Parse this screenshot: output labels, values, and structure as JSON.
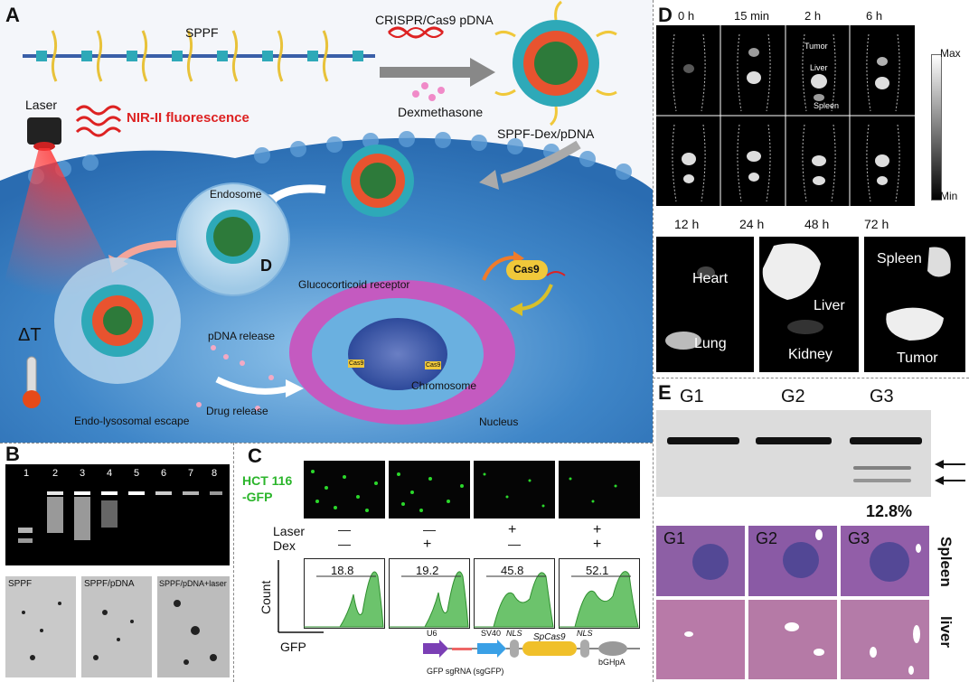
{
  "panels": {
    "A": "A",
    "B": "B",
    "C": "C",
    "D": "D",
    "E": "E"
  },
  "panelA": {
    "sppf": "SPPF",
    "crispr": "CRISPR/Cas9 pDNA",
    "dexmethasone": "Dexmethasone",
    "sppf_dex": "SPPF-Dex/pDNA",
    "laser": "Laser",
    "nir": "NIR-II fluorescence",
    "endosome": "Endosome",
    "d_label": "D",
    "delta_t": "ΔT",
    "glucocorticoid": "Glucocorticoid receptor",
    "cas9": "Cas9",
    "pdna_release": "pDNA release",
    "drug_release": "Drug release",
    "chromosome": "Chromosome",
    "nucleus": "Nucleus",
    "escape": "Endo-lysosomal escape",
    "cas9_small1": "Cas9",
    "cas9_small2": "Cas9"
  },
  "panelB": {
    "lanes": [
      "1",
      "2",
      "3",
      "4",
      "5",
      "6",
      "7",
      "8"
    ],
    "tem_labels": [
      "SPPF",
      "SPPF/pDNA",
      "SPPF/pDNA+laser"
    ]
  },
  "panelC": {
    "cell_label": [
      "HCT 116",
      "-GFP"
    ],
    "laser": "Laser",
    "dex": "Dex",
    "laser_signs": [
      "—",
      "—",
      "+",
      "+"
    ],
    "dex_signs": [
      "—",
      "+",
      "—",
      "+"
    ],
    "values": [
      "18.8",
      "19.2",
      "45.8",
      "52.1"
    ],
    "ylabel": "Count",
    "xlabel": "GFP",
    "plasmid": {
      "u6": "U6",
      "sv40": "SV40",
      "nls1": "NLS",
      "spcas9": "SpCas9",
      "nls2": "NLS",
      "bghpa": "bGHpA",
      "sgrna": "GFP sgRNA (sgGFP)"
    }
  },
  "panelD": {
    "times_top": [
      "0 h",
      "15 min",
      "2 h",
      "6 h"
    ],
    "organ_labels": [
      "Tumor",
      "Liver",
      "Spleen"
    ],
    "times_bottom": [
      "12 h",
      "24 h",
      "48 h",
      "72 h"
    ],
    "scale_max": "Max",
    "scale_min": "Min",
    "exvivo": {
      "heart": "Heart",
      "lung": "Lung",
      "liver": "Liver",
      "kidney": "Kidney",
      "spleen": "Spleen",
      "tumor": "Tumor"
    }
  },
  "panelE": {
    "groups": [
      "G1",
      "G2",
      "G3"
    ],
    "percent": "12.8%",
    "histo_groups": [
      "G1",
      "G2",
      "G3"
    ],
    "row_labels": [
      "Spleen",
      "liver"
    ]
  }
}
